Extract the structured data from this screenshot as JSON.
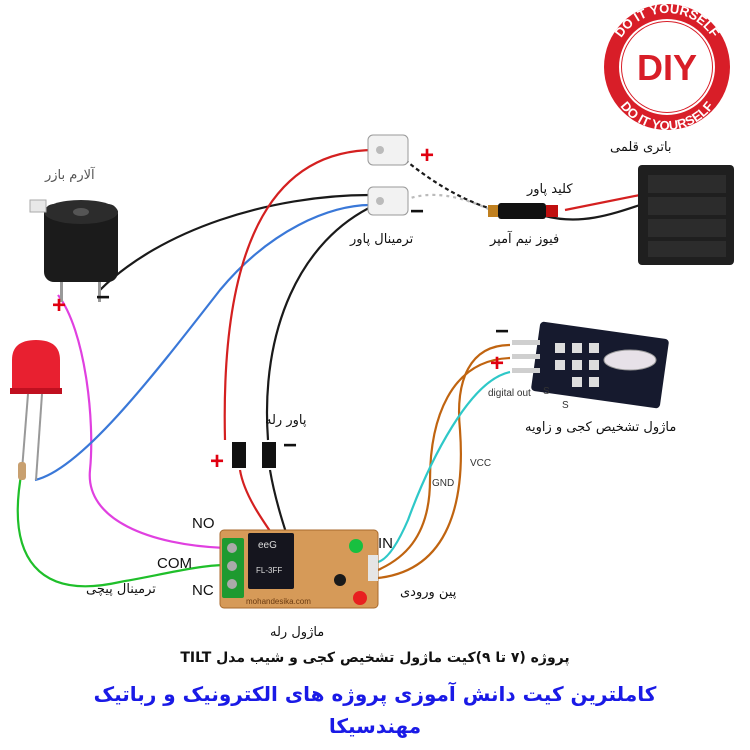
{
  "badge": {
    "ring_top": "DO IT YOURSELF",
    "ring_bottom": "DO IT YOURSELF",
    "center": "DIY",
    "color": "#d81e28"
  },
  "components": {
    "buzzer": "آلارم بازر",
    "battery": "باتری قلمی",
    "power_switch": "کلید پاور",
    "fuse": "فیوز نیم آمپر",
    "power_terminal": "ترمینال پاور",
    "tilt_module": "ماژول تشخیص کجی و زاویه",
    "relay_power": "پاور رله",
    "screw_terminal": "ترمینال پیچی",
    "input_pin": "پین ورودی",
    "relay_module": "ماژول رله"
  },
  "pins": {
    "no": "NO",
    "com": "COM",
    "nc": "NC",
    "in": "IN",
    "digital_out": "digital out",
    "gnd": "GND",
    "vcc": "VCC",
    "s1": "S",
    "s2": "S"
  },
  "polarity": {
    "plus": "+",
    "minus": "−"
  },
  "module_text": {
    "brand": "eeG",
    "relay_model": "FL-3FF",
    "site": "mohandesika.com"
  },
  "titles": {
    "line1": "پروژه (۷ تا ۹)کیت ماژول تشخیص کجی و شیب مدل TILT",
    "line2": "کاملترین کیت دانش آموزی پروژه های الکترونیک و رباتیک",
    "line3": "مهندسیکا"
  },
  "colors": {
    "wire_red": "#d42020",
    "wire_black": "#1a1a1a",
    "wire_blue": "#3a78d8",
    "wire_magenta": "#e040e0",
    "wire_green": "#1fbf2a",
    "wire_brown": "#c06410",
    "wire_cyan": "#2ec8c8",
    "title_blue": "#1a1ae6"
  }
}
